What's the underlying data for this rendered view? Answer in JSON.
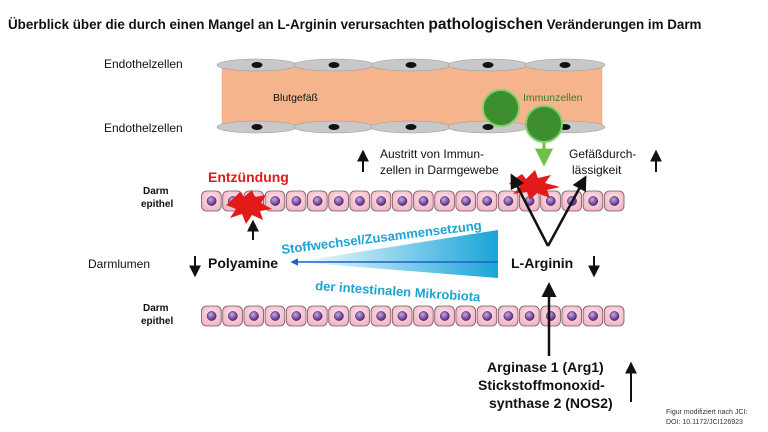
{
  "title": {
    "prefix": "Überblick über die durch einen Mangel an L-Arginin verursachten ",
    "emphasis": "pathologischen",
    "suffix": " Veränderungen im Darm"
  },
  "labels": {
    "endothel_top": "Endothelzellen",
    "endothel_bottom": "Endothelzellen",
    "blutgefaess": "Blutgefäß",
    "immunzellen": "Immunzellen",
    "austritt_line1": "Austritt von Immun-",
    "austritt_line2": "zellen in Darmgewebe",
    "gefaess_line1": "Gefäßdurch-",
    "gefaess_line2": "lässigkeit",
    "entzuendung": "Entzündung",
    "darm_epithel_top_line1": "Darm",
    "darm_epithel_top_line2": "epithel",
    "darm_epithel_bottom_line1": "Darm",
    "darm_epithel_bottom_line2": "epithel",
    "darmlumen": "Darmlumen",
    "polyamine": "Polyamine",
    "l_arginin": "L-Arginin",
    "stoffwechsel": "Stoffwechsel/Zusammensetzung",
    "mikrobiota": "der intestinalen Mikrobiota",
    "arginase": "Arginase 1 (Arg1)",
    "nos2_line1": "Stickstoffmonoxid-",
    "nos2_line2": "synthase 2 (NOS2)",
    "credit_line1": "Figur modifiziert nach JCI:",
    "credit_line2": "DOI: 10.1172/JCI126923"
  },
  "colors": {
    "vessel": "#f6b48c",
    "endothel": "#c8c8c8",
    "immune_cell": "#3c8e2f",
    "immune_cell_border": "#7ed06a",
    "immune_text": "#3a7a2a",
    "inflammation": "#e21a1a",
    "epithel_cell": "#f3c3cd",
    "epithel_nucleus": "#7b4f9c",
    "microbiota": "#1ba3d6",
    "text": "#111111"
  }
}
